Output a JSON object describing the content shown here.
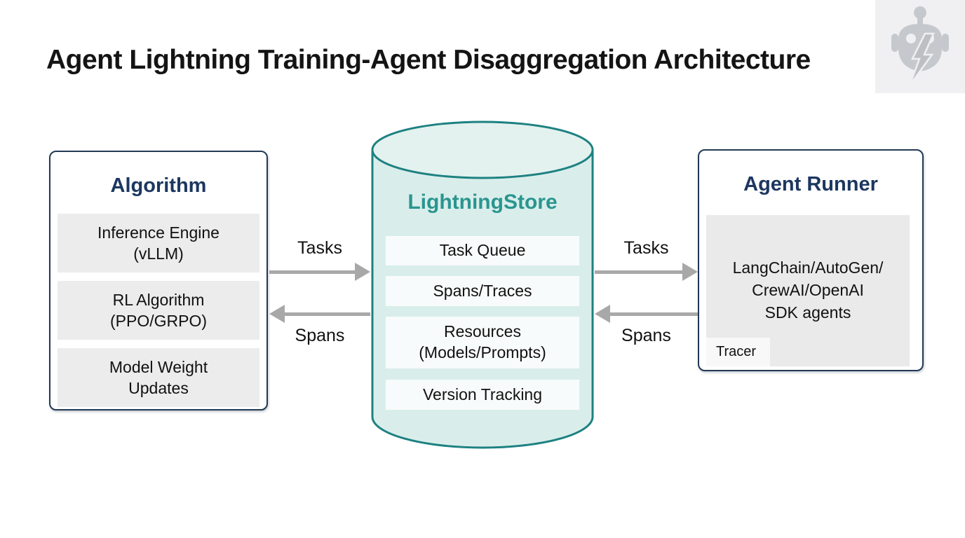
{
  "theme": {
    "navy": "#1c3760",
    "teal-text": "#2a958f",
    "teal-border": "#1e8181",
    "cyl-fill": "#d9eeeb",
    "cyl-top-fill": "#e3f2ef",
    "gray-item": "#ececec",
    "arrow": "#a8a8a8",
    "title-color": "#141414",
    "logo-gray": "#c5c9cd",
    "logo-bolt": "#bcc0c5",
    "logo-bg": "#f0f0f2",
    "panel-border": "#223a55"
  },
  "header": {
    "title": "Agent Lightning Training-Agent Disaggregation Architecture"
  },
  "logo": {
    "icon": "robot-lightning"
  },
  "algorithm": {
    "title": "Algorithm",
    "items": [
      "Inference Engine\n(vLLM)",
      "RL Algorithm\n(PPO/GRPO)",
      "Model Weight\nUpdates"
    ]
  },
  "store": {
    "title": "LightningStore",
    "items": [
      "Task Queue",
      "Spans/Traces",
      "Resources\n(Models/Prompts)",
      "Version Tracking"
    ]
  },
  "runner": {
    "title": "Agent Runner",
    "agents": "LangChain/AutoGen/\nCrewAI/OpenAI\nSDK agents",
    "tracer": "Tracer"
  },
  "flows": {
    "left_tasks": "Tasks",
    "left_spans": "Spans",
    "right_tasks": "Tasks",
    "right_spans": "Spans"
  }
}
